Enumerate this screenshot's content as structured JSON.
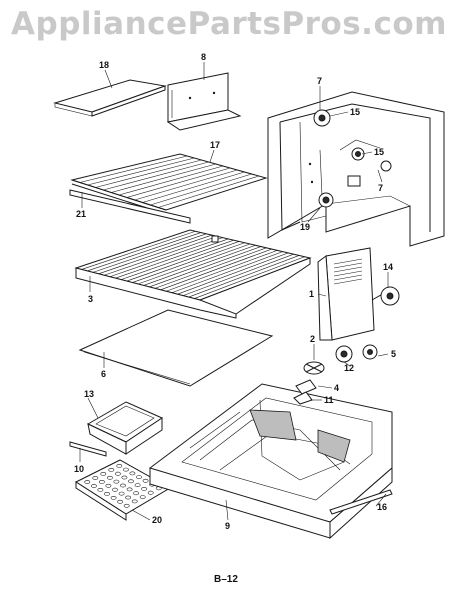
{
  "watermark": "AppliancePartsPros.com",
  "page_label": "B–12",
  "callouts": {
    "p18": "18",
    "p8": "8",
    "p17": "17",
    "p21": "21",
    "p3": "3",
    "p6": "6",
    "p13": "13",
    "p10": "10",
    "p20": "20",
    "p9": "9",
    "p16": "16",
    "p7a": "7",
    "p15a": "15",
    "p15b": "15",
    "p7b": "7",
    "p19": "19",
    "p14": "14",
    "p1": "1",
    "p2": "2",
    "p5": "5",
    "p12": "12",
    "p4": "4",
    "p11": "11"
  },
  "colors": {
    "line": "#1a1a1a",
    "watermark": "#c9c9c9",
    "shade": "#bdbdbd"
  }
}
